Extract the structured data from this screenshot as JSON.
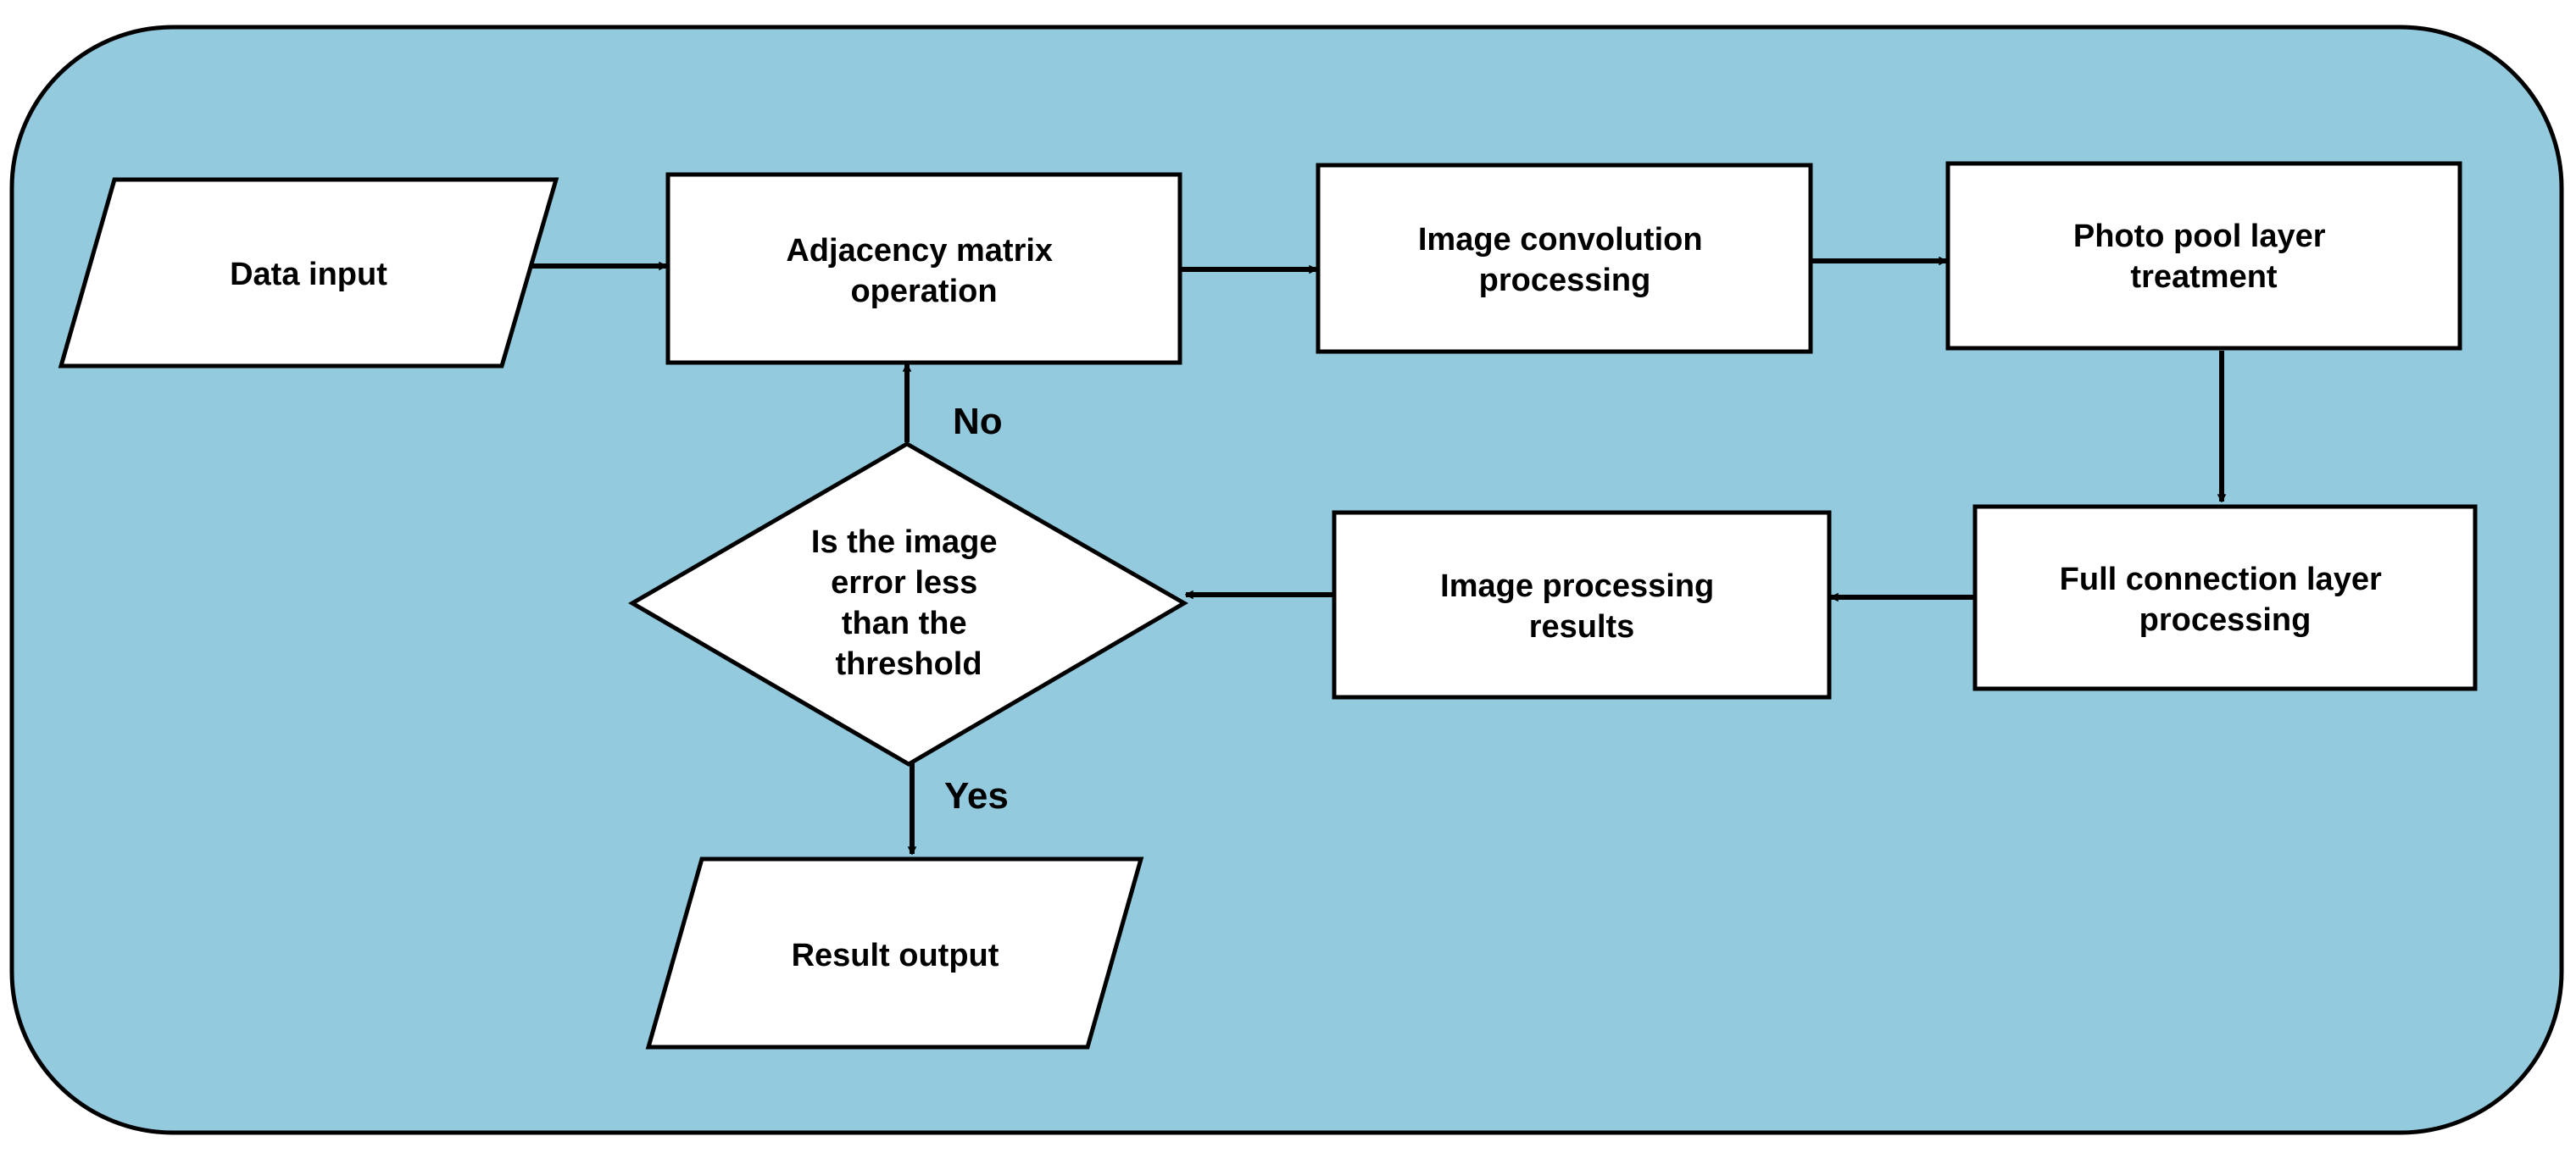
{
  "colors": {
    "background_panel": "#93CADD",
    "node_fill": "#FFFFFF",
    "stroke": "#000000"
  },
  "nodes": {
    "data_input": {
      "lines": [
        "Data input"
      ]
    },
    "adjacency": {
      "lines": [
        "Adjacency matrix",
        "operation"
      ]
    },
    "convolution": {
      "lines": [
        "Image convolution",
        "processing"
      ]
    },
    "pool": {
      "lines": [
        "Photo pool layer",
        "treatment"
      ]
    },
    "full_connection": {
      "lines": [
        "Full connection layer",
        "processing"
      ]
    },
    "processing_results": {
      "lines": [
        "Image processing",
        "results"
      ]
    },
    "decision": {
      "lines": [
        "Is the image",
        "error less",
        "than the",
        "threshold"
      ]
    },
    "result_output": {
      "lines": [
        "Result output"
      ]
    }
  },
  "edge_labels": {
    "no": "No",
    "yes": "Yes"
  }
}
